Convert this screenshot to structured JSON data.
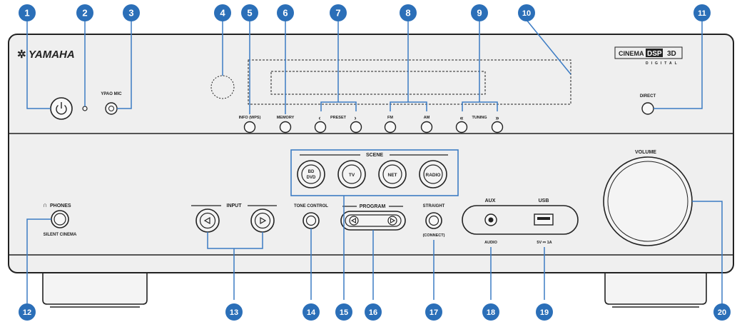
{
  "brand": "YAMAHA",
  "cinema_logo": {
    "part1": "CINEMA",
    "part2": "DSP",
    "part3": "3D",
    "sub": "DIGITAL"
  },
  "labels": {
    "ypao_mic": "YPAO MIC",
    "info_wps": "INFO (WPS)",
    "memory": "MEMORY",
    "preset": "PRESET",
    "fm": "FM",
    "am": "AM",
    "tuning": "TUNING",
    "direct": "DIRECT",
    "scene": "SCENE",
    "scene_bd": "BD",
    "scene_dvd": "DVD",
    "scene_tv": "TV",
    "scene_net": "NET",
    "scene_radio": "RADIO",
    "volume": "VOLUME",
    "phones": "PHONES",
    "silent_cinema": "SILENT CINEMA",
    "input": "INPUT",
    "tone_control": "TONE CONTROL",
    "program": "PROGRAM",
    "straight": "STRAIGHT",
    "connect": "(CONNECT)",
    "aux": "AUX",
    "audio": "AUDIO",
    "usb": "USB",
    "usb_rating": "5V ⎓ 1A",
    "preset_left": "‹",
    "preset_right": "›",
    "tuning_left": "«",
    "tuning_right": "»"
  },
  "callouts": [
    "1",
    "2",
    "3",
    "4",
    "5",
    "6",
    "7",
    "8",
    "9",
    "10",
    "11",
    "12",
    "13",
    "14",
    "15",
    "16",
    "17",
    "18",
    "19",
    "20"
  ],
  "colors": {
    "callout": "#2b6fb8",
    "leader": "#3c7cc4",
    "panel": "#efefef",
    "outline": "#222222"
  }
}
